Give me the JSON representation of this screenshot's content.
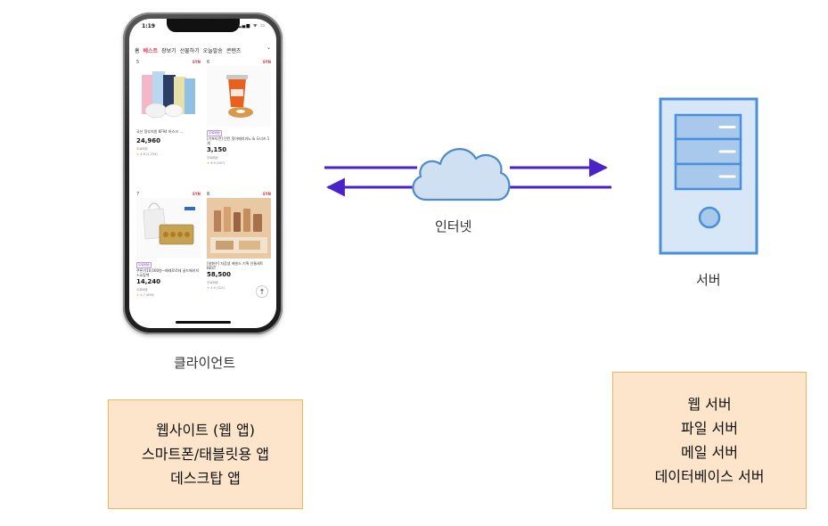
{
  "colors": {
    "arrow": "#4a22c9",
    "cloud_fill": "#cfe0f2",
    "cloud_stroke": "#4e8cc8",
    "server_fill": "#d7e7f7",
    "server_stroke": "#4a90d9",
    "box_fill": "#fde5cc",
    "box_border": "#f4b45c"
  },
  "phone": {
    "status_time": "1:19",
    "status_icons": "▂▄▆ ᯤ ▭",
    "tabs": [
      "홈",
      "베스트",
      "장보기",
      "선물하기",
      "오늘발송",
      "콘텐츠"
    ],
    "active_tab": "베스트",
    "scroll_up_icon": "↑",
    "cards": [
      {
        "rank": "5",
        "store": "SYN",
        "badge": "",
        "desc": "국산 정부지원 KF94 마스크 ...",
        "price": "24,960",
        "meta": "무료배송",
        "stars": "4.8 (1,234)"
      },
      {
        "rank": "6",
        "store": "SYN",
        "badge": "무료배송",
        "desc": "[기프티콘] 던킨 핫아메리카노 & 도너츠 1개",
        "price": "3,150",
        "meta": "무료배송",
        "stars": "4.9 (567)"
      },
      {
        "rank": "7",
        "store": "SYN",
        "badge": "무료배송",
        "desc": "쿠폰가10,000원~페레로로쉐 골드패키지+쇼핑백",
        "price": "14,240",
        "meta": "무료배송",
        "stars": "4.7 (890)"
      },
      {
        "rank": "8",
        "store": "SYN",
        "badge": "",
        "desc": "[설화수] 자음생 에센스 기획 선물세트 BEST",
        "price": "58,500",
        "meta": "무료배송",
        "stars": "4.9 (321)"
      }
    ]
  },
  "labels": {
    "internet": "인터넷",
    "server": "서버",
    "client": "클라이언트"
  },
  "client_box": {
    "lines": [
      "웹사이트 (웹 앱)",
      "스마트폰/태블릿용 앱",
      "데스크탑 앱"
    ]
  },
  "server_box": {
    "lines": [
      "웹 서버",
      "파일 서버",
      "메일 서버",
      "데이터베이스 서버"
    ]
  }
}
